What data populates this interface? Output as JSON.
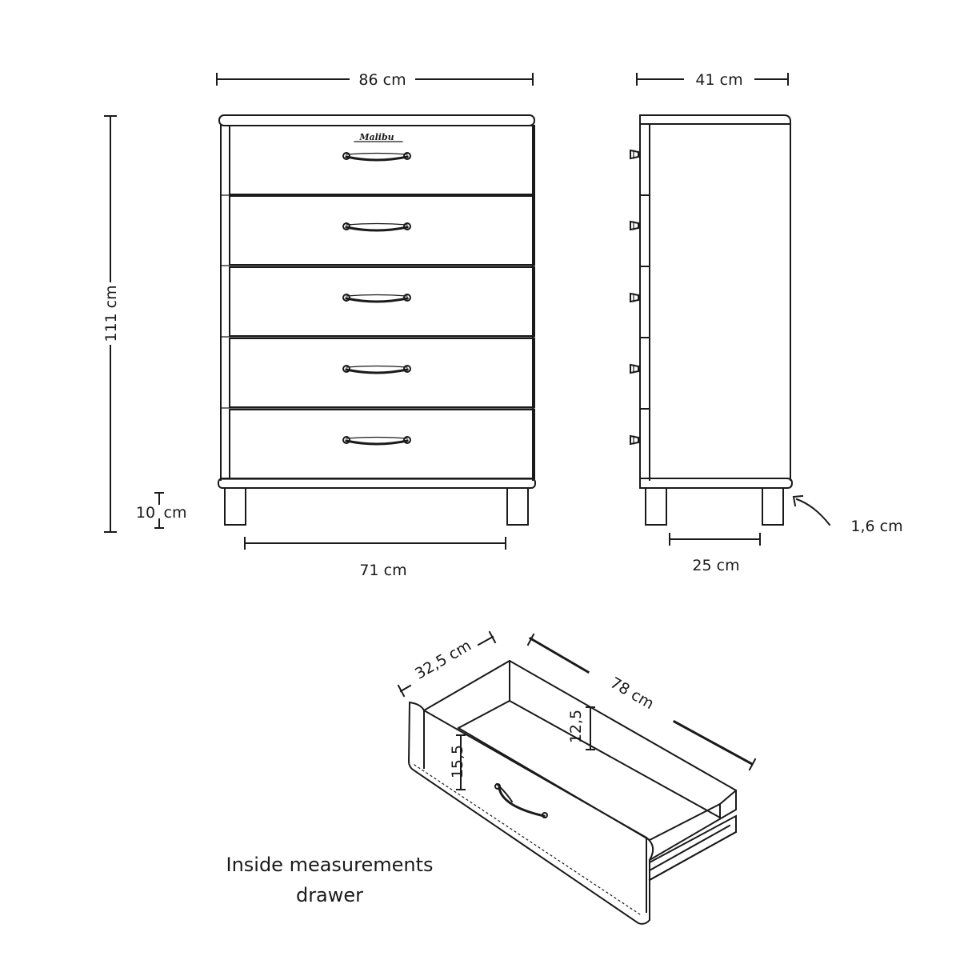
{
  "dimensions": {
    "width": "86 cm",
    "depth": "41 cm",
    "height": "111 cm",
    "leg_height": "10",
    "leg_height_unit": "cm",
    "leg_span": "71 cm",
    "side_leg_span": "25 cm",
    "top_thickness": "1,6 cm"
  },
  "logo": "Malibu",
  "drawer": {
    "depth": "32,5 cm",
    "length": "78 cm",
    "inner_height": "12,5",
    "front_height": "15,5",
    "caption_line1": "Inside measurements",
    "caption_line2": "drawer"
  }
}
